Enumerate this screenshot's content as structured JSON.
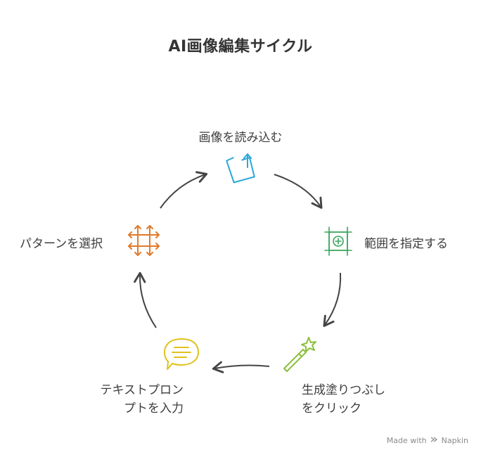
{
  "title": "AI画像編集サイクル",
  "steps": [
    {
      "label": "画像を読み込む",
      "icon": "upload-icon",
      "color": "#2aa8d8"
    },
    {
      "label": "範囲を指定する",
      "icon": "selection-frame-icon",
      "color": "#3aa55c"
    },
    {
      "label_lines": [
        "生成塗りつぶし",
        "をクリック"
      ],
      "icon": "magic-wand-icon",
      "color": "#8bbf3a"
    },
    {
      "label_lines": [
        "テキストプロン",
        "プトを入力"
      ],
      "icon": "speech-bubble-icon",
      "color": "#e0c21a"
    },
    {
      "label": "パターンを選択",
      "icon": "grid-pattern-icon",
      "color": "#e07a2a"
    }
  ],
  "credit": {
    "prefix": "Made with",
    "brand": "Napkin"
  }
}
